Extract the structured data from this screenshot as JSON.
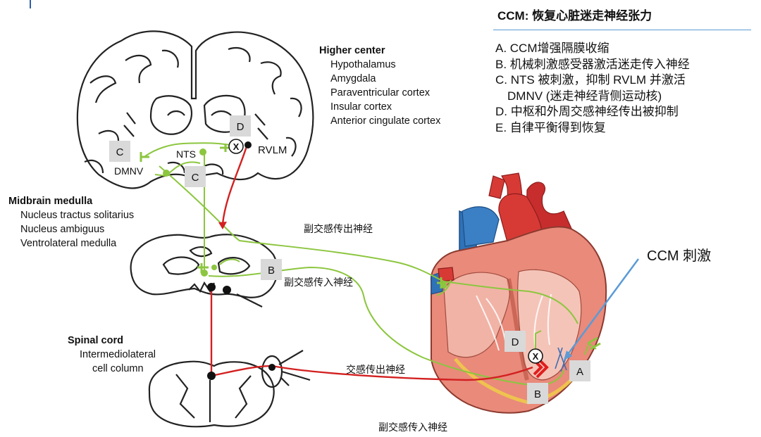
{
  "panel": {
    "title": "CCM: 恢复心脏迷走神经张力",
    "steps": [
      "A. CCM增强隔膜收缩",
      "B. 机械刺激感受器激活迷走传入神经",
      "C. NTS 被刺激，抑制 RVLM 并激活",
      "DMNV (迷走神经背侧运动核)",
      "D. 中枢和外周交感神经传出被抑制",
      "E. 自律平衡得到恢复"
    ]
  },
  "brain_labels": {
    "higher_center": "Higher center",
    "higher_items": [
      "Hypothalamus",
      "Amygdala",
      "Paraventricular cortex",
      "Insular cortex",
      "Anterior cingulate cortex"
    ],
    "midbrain": "Midbrain medulla",
    "midbrain_items": [
      "Nucleus tractus solitarius",
      "Nucleus ambiguus",
      "Ventrolateral medulla"
    ],
    "spinal": "Spinal cord",
    "spinal_items": [
      "Intermediolateral",
      "cell column"
    ]
  },
  "nodes": {
    "nts": "NTS",
    "dmnv": "DMNV",
    "rvlm": "RVLM",
    "inhibit": "X"
  },
  "markers": {
    "c": "C",
    "d": "D",
    "b": "B",
    "a": "A"
  },
  "nerves": {
    "parasym_efferent": "副交感传出神经",
    "parasym_afferent_mid": "副交感传入神经",
    "sym_efferent": "交感传出神经",
    "parasym_afferent_bottom": "副交感传入神经"
  },
  "ccm_label": "CCM 刺激",
  "colors": {
    "vagal": "#8cc63f",
    "sympathetic": "#d32020",
    "ccm": "#5b9bd5",
    "marker_bg": "#d9d9d9",
    "rule": "#5b9bd5"
  }
}
